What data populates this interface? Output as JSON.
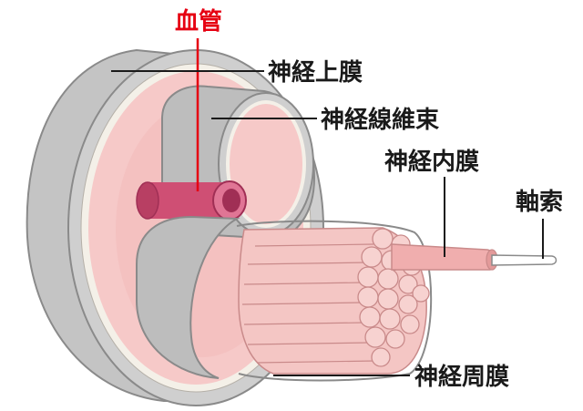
{
  "labels": {
    "blood_vessel": "血管",
    "epineurium": "神経上膜",
    "nerve_fascicle": "神経線維束",
    "endoneurium": "神経内膜",
    "axon": "軸索",
    "perineurium": "神経周膜"
  },
  "colors": {
    "outer_sheath": "#c8c8c8",
    "sheath_outline": "#8a8a8a",
    "cream_band": "#f4f0e8",
    "pink_inner": "#f6c9c8",
    "pink_core": "#f4b8b8",
    "vessel": "#cf4f74",
    "vessel_dark": "#a02f55",
    "fiber": "#f4c6c4",
    "fiber_outline": "#c98a8a",
    "label_red": "#e60012",
    "label_black": "#1a1a1a"
  }
}
